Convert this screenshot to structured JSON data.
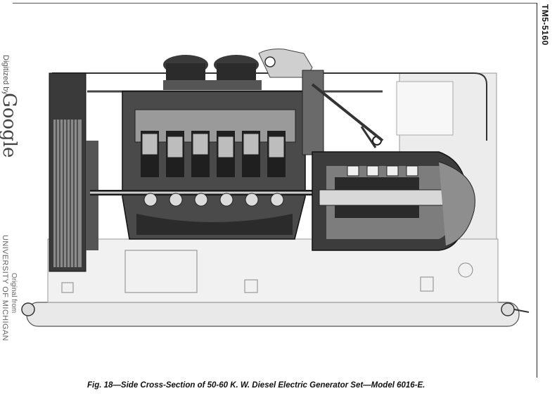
{
  "page": {
    "doc_number": "TM5-5160",
    "caption": "Fig. 18—Side Cross-Section of 50-60 K. W. Diesel Electric Generator Set—Model 6016-E."
  },
  "watermark": {
    "digitized_by": "Digitized by",
    "google": "Google",
    "original_from": "Original from",
    "university": "UNIVERSITY OF MICHIGAN"
  },
  "illustration": {
    "subject": "diesel-electric-generator-set-cross-section",
    "colors": {
      "dark": "#1c1c1c",
      "mid": "#6f6f6f",
      "light": "#cfcfcf",
      "paper": "#ffffff"
    }
  }
}
